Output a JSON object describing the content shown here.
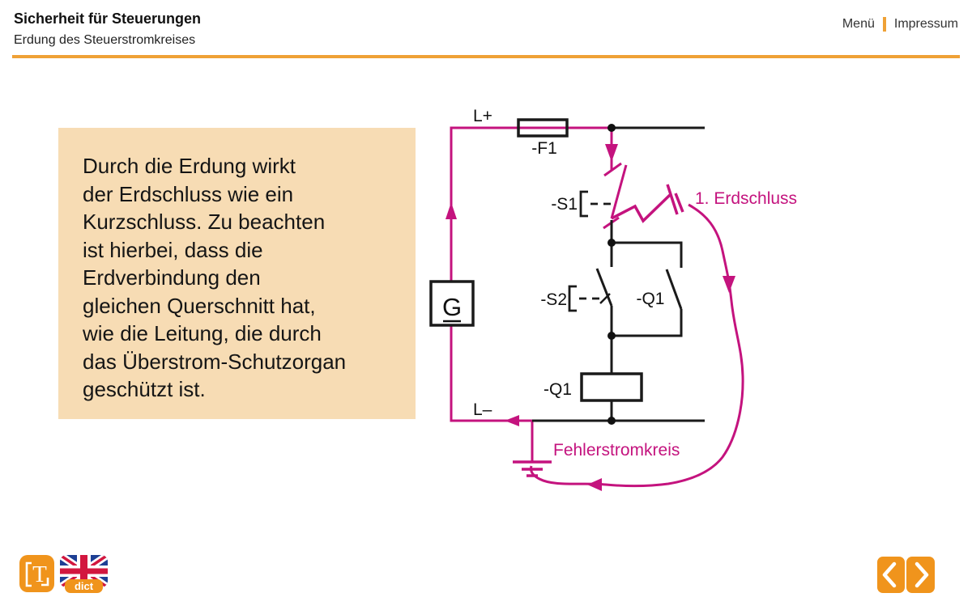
{
  "header": {
    "title": "Sicherheit für Steuerungen",
    "subtitle": "Erdung des Steuerstromkreises",
    "menu_label": "Menü",
    "impressum_label": "Impressum"
  },
  "info_box": {
    "lines": [
      "Durch die Erdung wirkt",
      "der Erdschluss wie ein",
      "Kurzschluss. Zu beachten",
      "ist hierbei, dass die",
      "Erdverbindung den",
      "gleichen Querschnitt hat,",
      "wie die Leitung, die durch",
      "das Überstrom-Schutzorgan",
      "geschützt ist."
    ]
  },
  "diagram": {
    "labels": {
      "l_plus": "L+",
      "fuse": "-F1",
      "s1": "-S1",
      "s2": "-S2",
      "q1_contact": "-Q1",
      "q1_coil": "-Q1",
      "generator": "G",
      "l_minus": "L–",
      "erdschluss": "1. Erdschluss",
      "fehlerstromkreis": "Fehlerstromkreis"
    }
  },
  "footer": {
    "lexicon_letter": "T",
    "dict_label": "dict"
  },
  "icons": {
    "prev": "chevron-left",
    "next": "chevron-right",
    "lexicon": "bracket-T-lexicon",
    "dictionary": "union-jack-dict"
  },
  "colors": {
    "accent_orange": "#F0941C",
    "rule_orange": "#EFA136",
    "magenta": "#C4137E",
    "info_box_bg": "#F7DCB4",
    "circuit_black": "#1A1A1A"
  }
}
